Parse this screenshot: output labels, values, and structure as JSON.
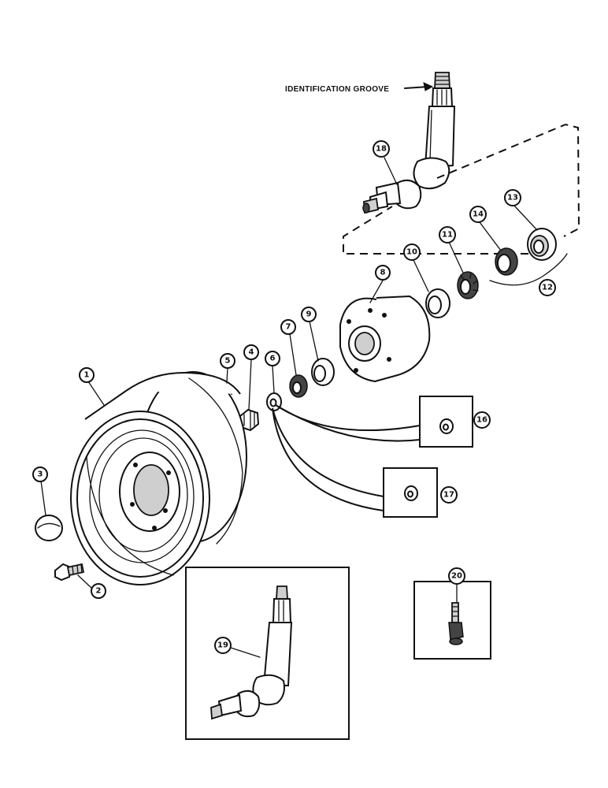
{
  "note": {
    "identification_groove": "IDENTIFICATION GROOVE"
  },
  "callouts": [
    {
      "id": "c1",
      "label": "1"
    },
    {
      "id": "c2",
      "label": "2"
    },
    {
      "id": "c3",
      "label": "3"
    },
    {
      "id": "c4",
      "label": "4"
    },
    {
      "id": "c5",
      "label": "5"
    },
    {
      "id": "c6",
      "label": "6"
    },
    {
      "id": "c7",
      "label": "7"
    },
    {
      "id": "c8",
      "label": "8"
    },
    {
      "id": "c9",
      "label": "9"
    },
    {
      "id": "c10",
      "label": "10"
    },
    {
      "id": "c11",
      "label": "11"
    },
    {
      "id": "c12",
      "label": "12"
    },
    {
      "id": "c13",
      "label": "13"
    },
    {
      "id": "c14",
      "label": "14"
    },
    {
      "id": "c16",
      "label": "16"
    },
    {
      "id": "c17",
      "label": "17"
    },
    {
      "id": "c18",
      "label": "18"
    },
    {
      "id": "c19",
      "label": "19"
    },
    {
      "id": "c20",
      "label": "20"
    }
  ]
}
